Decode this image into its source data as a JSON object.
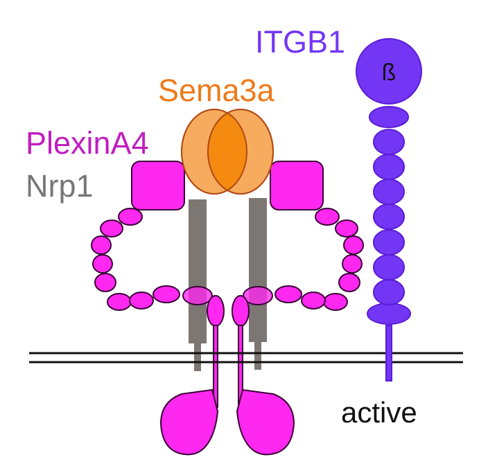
{
  "labels": {
    "itgb1": "ITGB1",
    "sema3a": "Sema3a",
    "plexina4": "PlexinA4",
    "nrp1": "Nrp1",
    "beta": "ß",
    "active": "active"
  },
  "colors": {
    "itgb1": "#7436f5",
    "itgb1_stroke": "#5a1dd6",
    "sema3a_label": "#ee7a1c",
    "sema3a_fill": "#f7ab5e",
    "sema3a_overlap": "#f58a10",
    "sema3a_stroke": "#b14a14",
    "plexin": "#ff28f0",
    "plexin_stroke": "#3a0036",
    "plexin_label": "#c01ec0",
    "nrp1": "#7d7773",
    "nrp1_label": "#777777",
    "membrane": "#111111",
    "text": "#111111"
  }
}
